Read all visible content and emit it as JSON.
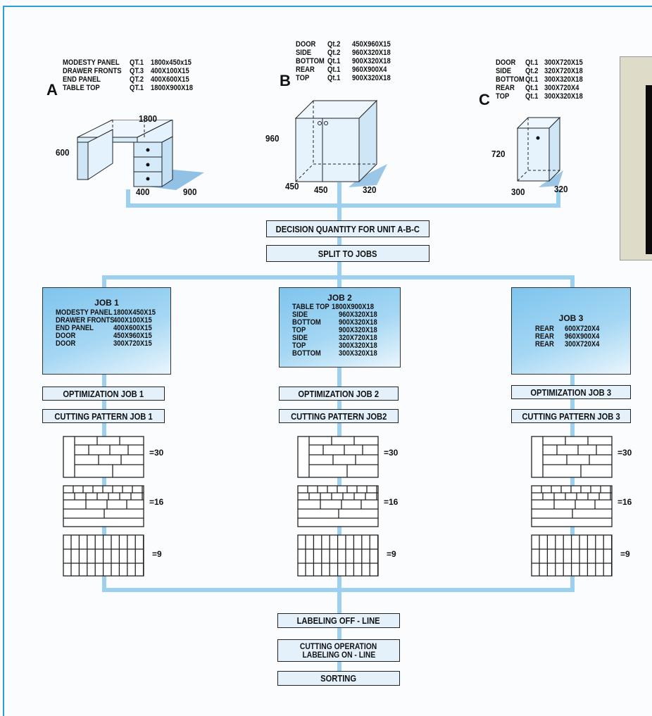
{
  "units": {
    "A": {
      "letter": "A",
      "parts": [
        {
          "name": "MODESTY PANEL",
          "qty": "QT.1",
          "size": "1800x450x15"
        },
        {
          "name": "DRAWER FRONTS",
          "qty": "QT.3",
          "size": "400X100X15"
        },
        {
          "name": "END PANEL",
          "qty": "QT.2",
          "size": "400X600X15"
        },
        {
          "name": "TABLE TOP",
          "qty": "QT.1",
          "size": "1800X900X18"
        }
      ],
      "dims": {
        "d1": "1800",
        "d2": "600",
        "d3": "400",
        "d4": "900"
      }
    },
    "B": {
      "letter": "B",
      "parts": [
        {
          "name": "DOOR",
          "qty": "Qt.2",
          "size": "450X960X15"
        },
        {
          "name": "SIDE",
          "qty": "Qt.2",
          "size": "960X320X18"
        },
        {
          "name": "BOTTOM",
          "qty": "Qt.1",
          "size": "900X320X18"
        },
        {
          "name": "REAR",
          "qty": "Qt.1",
          "size": "960X900X4"
        },
        {
          "name": "TOP",
          "qty": "Qt.1",
          "size": "900X320X18"
        }
      ],
      "dims": {
        "d1": "960",
        "d2": "450",
        "d3": "450",
        "d4": "320"
      }
    },
    "C": {
      "letter": "C",
      "parts": [
        {
          "name": "DOOR",
          "qty": "Qt.1",
          "size": "300X720X15"
        },
        {
          "name": "SIDE",
          "qty": "Qt.2",
          "size": "320X720X18"
        },
        {
          "name": "BOTTOM",
          "qty": "Qt.1",
          "size": "300X320X18"
        },
        {
          "name": "REAR",
          "qty": "Qt.1",
          "size": "300X720X4"
        },
        {
          "name": "TOP",
          "qty": "Qt.1",
          "size": "300X320X18"
        }
      ],
      "dims": {
        "d1": "720",
        "d2": "300",
        "d3": "320"
      }
    }
  },
  "steps": {
    "decision": "DECISION QUANTITY FOR UNIT A-B-C",
    "split": "SPLIT TO JOBS",
    "labeling_off": "LABELING OFF - LINE",
    "cutting_line1": "CUTTING OPERATION",
    "cutting_line2": "LABELING ON - LINE",
    "sorting": "SORTING"
  },
  "jobs": [
    {
      "title": "JOB 1",
      "rows": [
        {
          "name": "MODESTY PANEL",
          "size": "1800X450X15"
        },
        {
          "name": "DRAWER FRONTS",
          "size": "400X100X15"
        },
        {
          "name": "END PANEL",
          "size": "400X600X15"
        },
        {
          "name": "DOOR",
          "size": "450X960X15"
        },
        {
          "name": "DOOR",
          "size": "300X720X15"
        }
      ],
      "optimization": "OPTIMIZATION  JOB 1",
      "cutting_pattern": "CUTTING PATTERN  JOB 1",
      "patterns": [
        "=30",
        "=16",
        "=9"
      ]
    },
    {
      "title": "JOB 2",
      "rows": [
        {
          "name": "TABLE TOP",
          "size": "1800X900X18"
        },
        {
          "name": "SIDE",
          "size": "960X320X18"
        },
        {
          "name": "BOTTOM",
          "size": "900X320X18"
        },
        {
          "name": "TOP",
          "size": "900X320X18"
        },
        {
          "name": "SIDE",
          "size": "320X720X18"
        },
        {
          "name": "TOP",
          "size": "300X320X18"
        },
        {
          "name": "BOTTOM",
          "size": "300X320X18"
        }
      ],
      "optimization": "OPTIMIZATION  JOB 2",
      "cutting_pattern": "CUTTING PATTERN  JOB2",
      "patterns": [
        "=30",
        "=16",
        "=9"
      ]
    },
    {
      "title": "JOB 3",
      "rows": [
        {
          "name": "REAR",
          "size": "600X720X4"
        },
        {
          "name": "REAR",
          "size": "960X900X4"
        },
        {
          "name": "REAR",
          "size": "300X720X4"
        }
      ],
      "optimization": "OPTIMIZATION  JOB 3",
      "cutting_pattern": "CUTTING PATTERN  JOB 3",
      "patterns": [
        "=30",
        "=16",
        "=9"
      ]
    }
  ],
  "colors": {
    "connector": "#9dd0ee",
    "frame": "#2c9fd6",
    "bar_fill": "#e4f1fb",
    "job_fill": "#8fcdf0"
  }
}
